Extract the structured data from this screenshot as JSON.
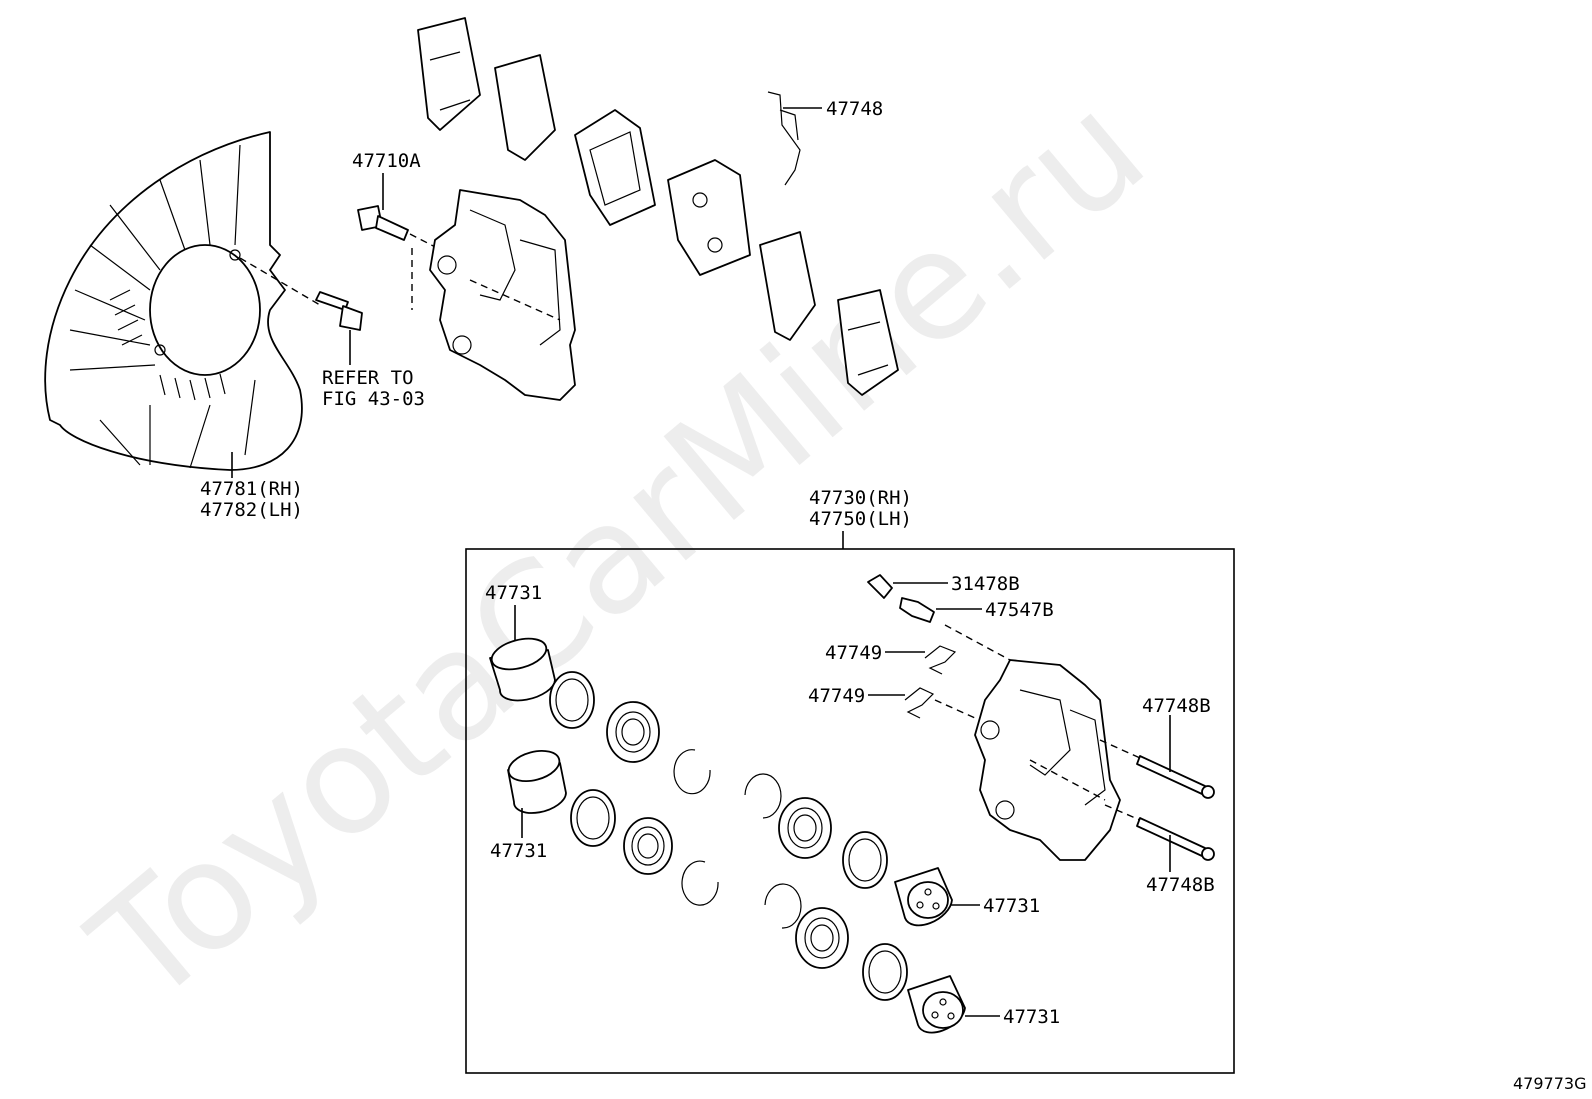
{
  "watermark": "ToyotaCarMine.ru",
  "figure_code": "479773G",
  "callouts": {
    "shield_rh": "47781(RH)",
    "shield_lh": "47782(LH)",
    "bolt": "47710A",
    "refer_line1": "REFER TO",
    "refer_line2": "FIG 43-03",
    "clip_top": "47748",
    "caliper_assy_rh": "47730(RH)",
    "caliper_assy_lh": "47750(LH)",
    "bleeder_cap": "31478B",
    "bleeder_plug": "47547B",
    "pin_clip_1": "47749",
    "pin_clip_2": "47749",
    "pad_pin_1": "47748B",
    "pad_pin_2": "47748B",
    "piston_1": "47731",
    "piston_2": "47731",
    "piston_3": "47731",
    "piston_4": "47731"
  }
}
